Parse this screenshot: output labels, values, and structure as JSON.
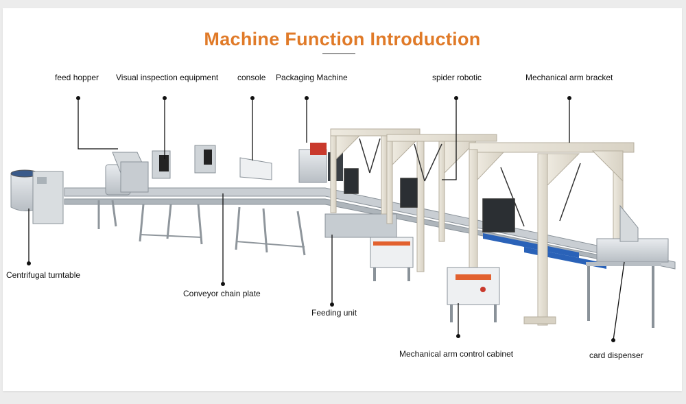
{
  "title": "Machine Function Introduction",
  "colors": {
    "title": "#e07a28",
    "leader": "#111111"
  },
  "labels": {
    "feed_hopper": "feed hopper",
    "visual_inspection": "Visual inspection equipment",
    "console": "console",
    "packaging_machine": "Packaging Machine",
    "spider_robotic": "spider robotic",
    "arm_bracket": "Mechanical arm bracket",
    "centrifugal_turntable": "Centrifugal turntable",
    "conveyor_chain_plate": "Conveyor chain plate",
    "feeding_unit": "Feeding unit",
    "arm_control_cabinet": "Mechanical arm control cabinet",
    "card_dispenser": "card dispenser"
  }
}
